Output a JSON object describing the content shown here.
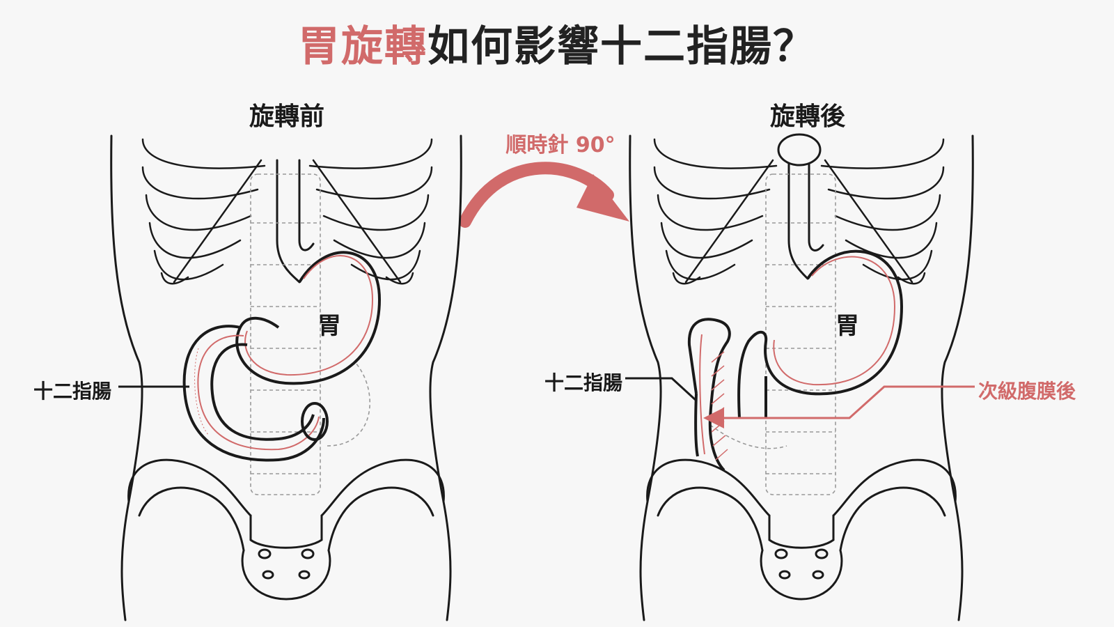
{
  "title": {
    "part1": "胃旋轉",
    "part2": "如何影響十二指腸？"
  },
  "panels": {
    "before": {
      "heading": "旋轉前",
      "stomach_label": "胃",
      "duodenum_label": "十二指腸"
    },
    "after": {
      "heading": "旋轉後",
      "stomach_label": "胃",
      "duodenum_label": "十二指腸",
      "retro_label": "次級腹膜後"
    }
  },
  "rotation": {
    "label": "順時針 90°"
  },
  "colors": {
    "accent": "#d16a6a",
    "ink": "#1a1a1a",
    "background": "#f7f7f7"
  }
}
